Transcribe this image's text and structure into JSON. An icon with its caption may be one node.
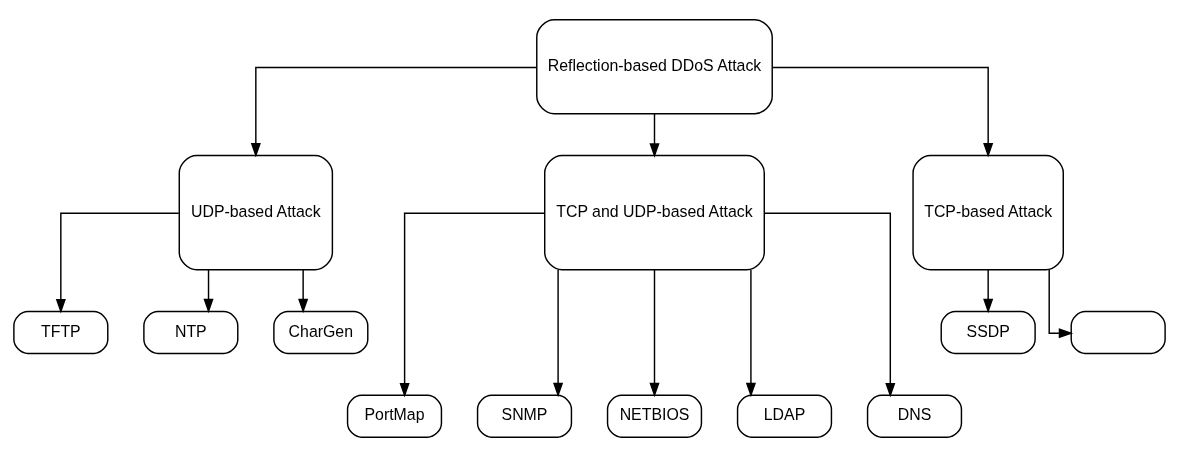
{
  "diagram": {
    "nodes": [
      {
        "text": [
          "Reflection-based DDoS Attack"
        ]
      },
      {
        "text": [
          "UDP-based Attack"
        ]
      },
      {
        "text": [
          "TCP and UDP-based Attack"
        ]
      },
      {
        "text": [
          "TCP-based Attack"
        ]
      },
      {
        "text": [
          "TFTP"
        ]
      },
      {
        "text": [
          "NTP"
        ]
      },
      {
        "text": [
          "CharGen"
        ]
      },
      {
        "text": [
          "SSDP"
        ]
      },
      {
        "text": [],
        "shape": "box"
      },
      {
        "text": [
          "PortMap"
        ]
      },
      {
        "text": [
          "SNMP"
        ]
      },
      {
        "text": [
          "NETBIOS"
        ]
      },
      {
        "text": [
          "LDAP"
        ]
      },
      {
        "text": [
          "DNS"
        ]
      }
    ],
    "edges": [
      {
        "from": 0,
        "to": 1,
        "arrow": "to"
      },
      {
        "from": 0,
        "to": 2,
        "arrow": "to"
      },
      {
        "from": 0,
        "to": 3,
        "arrow": "to"
      },
      {
        "from": 1,
        "to": 4,
        "arrow": "to"
      },
      {
        "from": 1,
        "to": 5,
        "arrow": "to"
      },
      {
        "from": 1,
        "to": 6,
        "arrow": "to"
      },
      {
        "from": 3,
        "to": 7,
        "arrow": "to"
      },
      {
        "from": 3,
        "to": 8,
        "arrow": "to"
      },
      {
        "from": 2,
        "to": 9,
        "arrow": "to"
      },
      {
        "from": 2,
        "to": 10,
        "arrow": "to"
      },
      {
        "from": 2,
        "to": 11,
        "arrow": "to"
      },
      {
        "from": 2,
        "to": 12,
        "arrow": "to"
      },
      {
        "from": 2,
        "to": 13,
        "arrow": "to"
      }
    ]
  }
}
